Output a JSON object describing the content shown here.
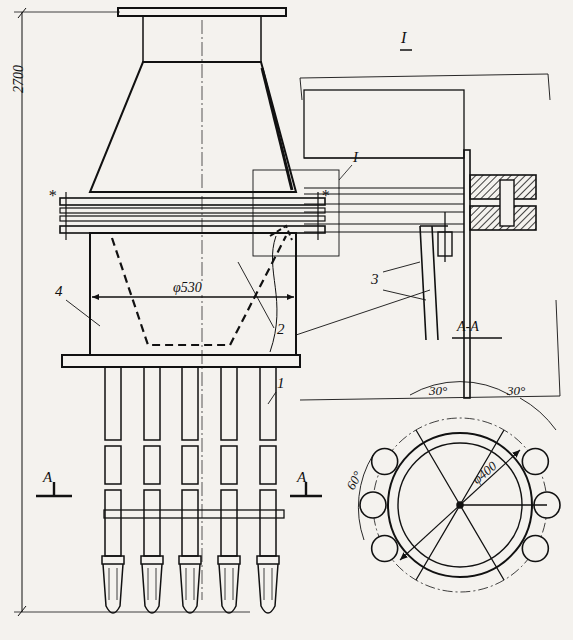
{
  "diagram": {
    "labels": [
      "2700",
      "φ530",
      "4",
      "2",
      "1",
      "A",
      "A",
      "I",
      "I",
      "3",
      "A-A",
      "30°",
      "30°",
      "60°",
      "φ400",
      "*",
      "*"
    ]
  }
}
